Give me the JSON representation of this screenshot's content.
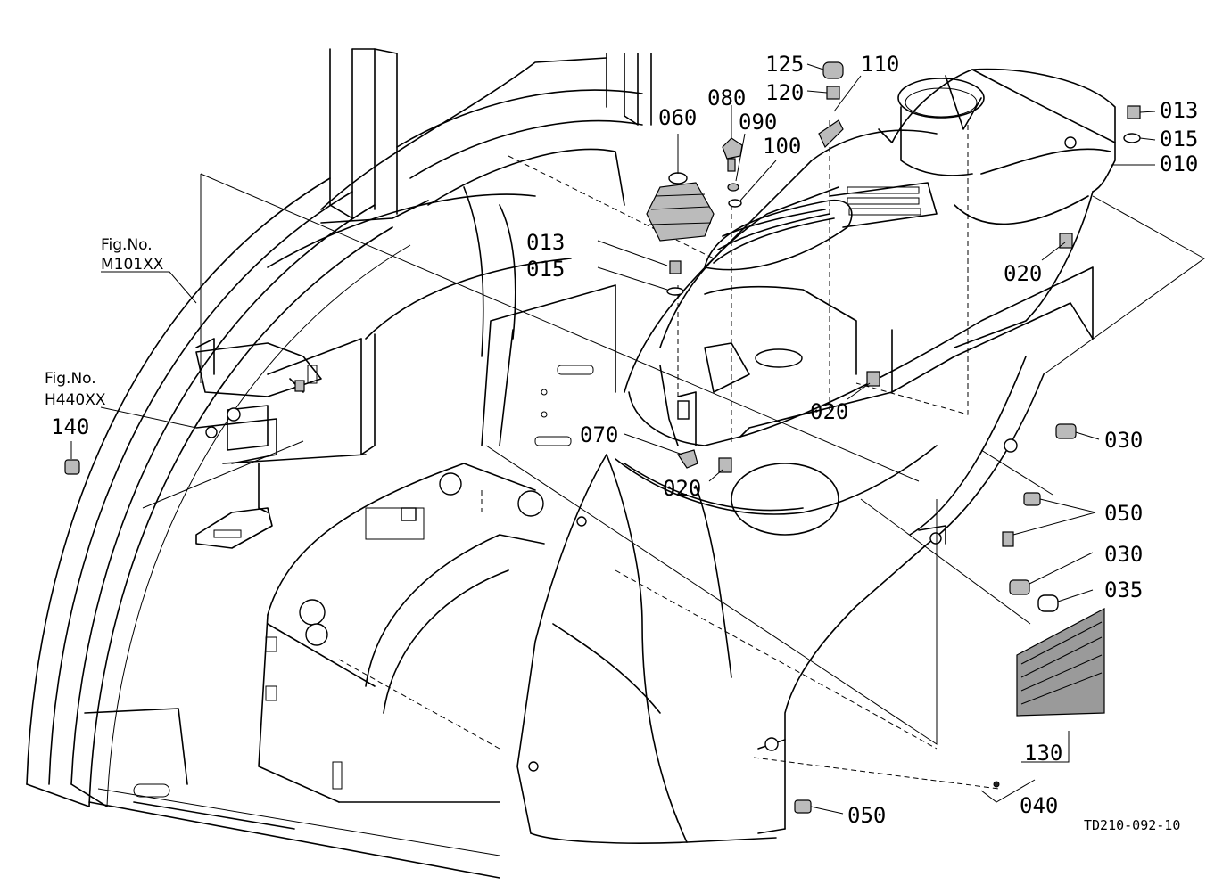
{
  "diagram": {
    "doc_id": "TD210-092-10",
    "figure_refs": [
      {
        "line1": "Fig.No.",
        "line2": "M101XX"
      },
      {
        "line1": "Fig.No.",
        "line2": "H440XX"
      }
    ],
    "callouts": [
      "125",
      "110",
      "120",
      "080",
      "090",
      "060",
      "100",
      "013",
      "015",
      "010",
      "013",
      "015",
      "020",
      "020",
      "020",
      "030",
      "070",
      "140",
      "050",
      "030",
      "035",
      "130",
      "040",
      "050"
    ]
  }
}
